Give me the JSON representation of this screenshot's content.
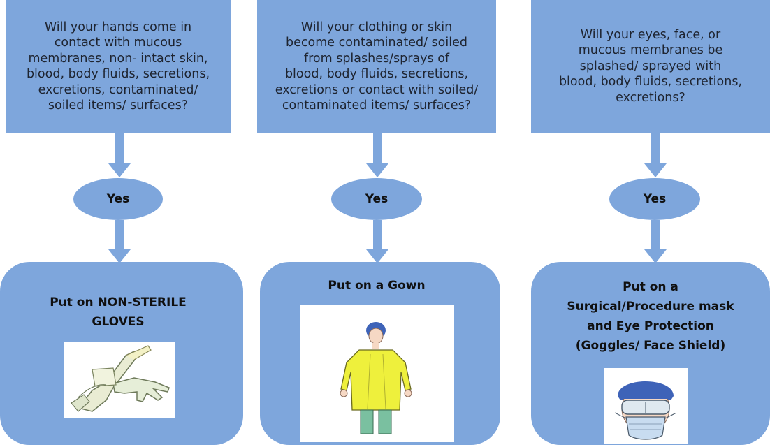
{
  "columns": [
    {
      "question": "Will your hands come in\ncontact with mucous\nmembranes, non- intact skin,\nblood, body fluids, secretions,\nexcretions, contaminated/\nsoiled items/ surfaces?",
      "answer": "Yes",
      "action": "Put on NON-STERILE\n     GLOVES",
      "illustration": "gloves-icon"
    },
    {
      "question": "Will your clothing or skin\nbecome contaminated/ soiled\nfrom splashes/sprays of\nblood, body fluids, secretions,\nexcretions or contact with soiled/\ncontaminated items/ surfaces?",
      "answer": "Yes",
      "action": "Put on a Gown",
      "illustration": "gown-icon"
    },
    {
      "question": "Will your eyes, face, or\nmucous membranes be\nsplashed/ sprayed with\nblood, body fluids, secretions,\nexcretions?",
      "answer": "Yes",
      "action": "Put on a\nSurgical/Procedure mask\nand Eye Protection\n(Goggles/ Face Shield)",
      "illustration": "mask-goggles-icon"
    }
  ],
  "colors": {
    "box_fill": "#7ea6dc",
    "arrow": "#7ea6dc",
    "text": "#1e2430",
    "background": "#ffffff"
  }
}
